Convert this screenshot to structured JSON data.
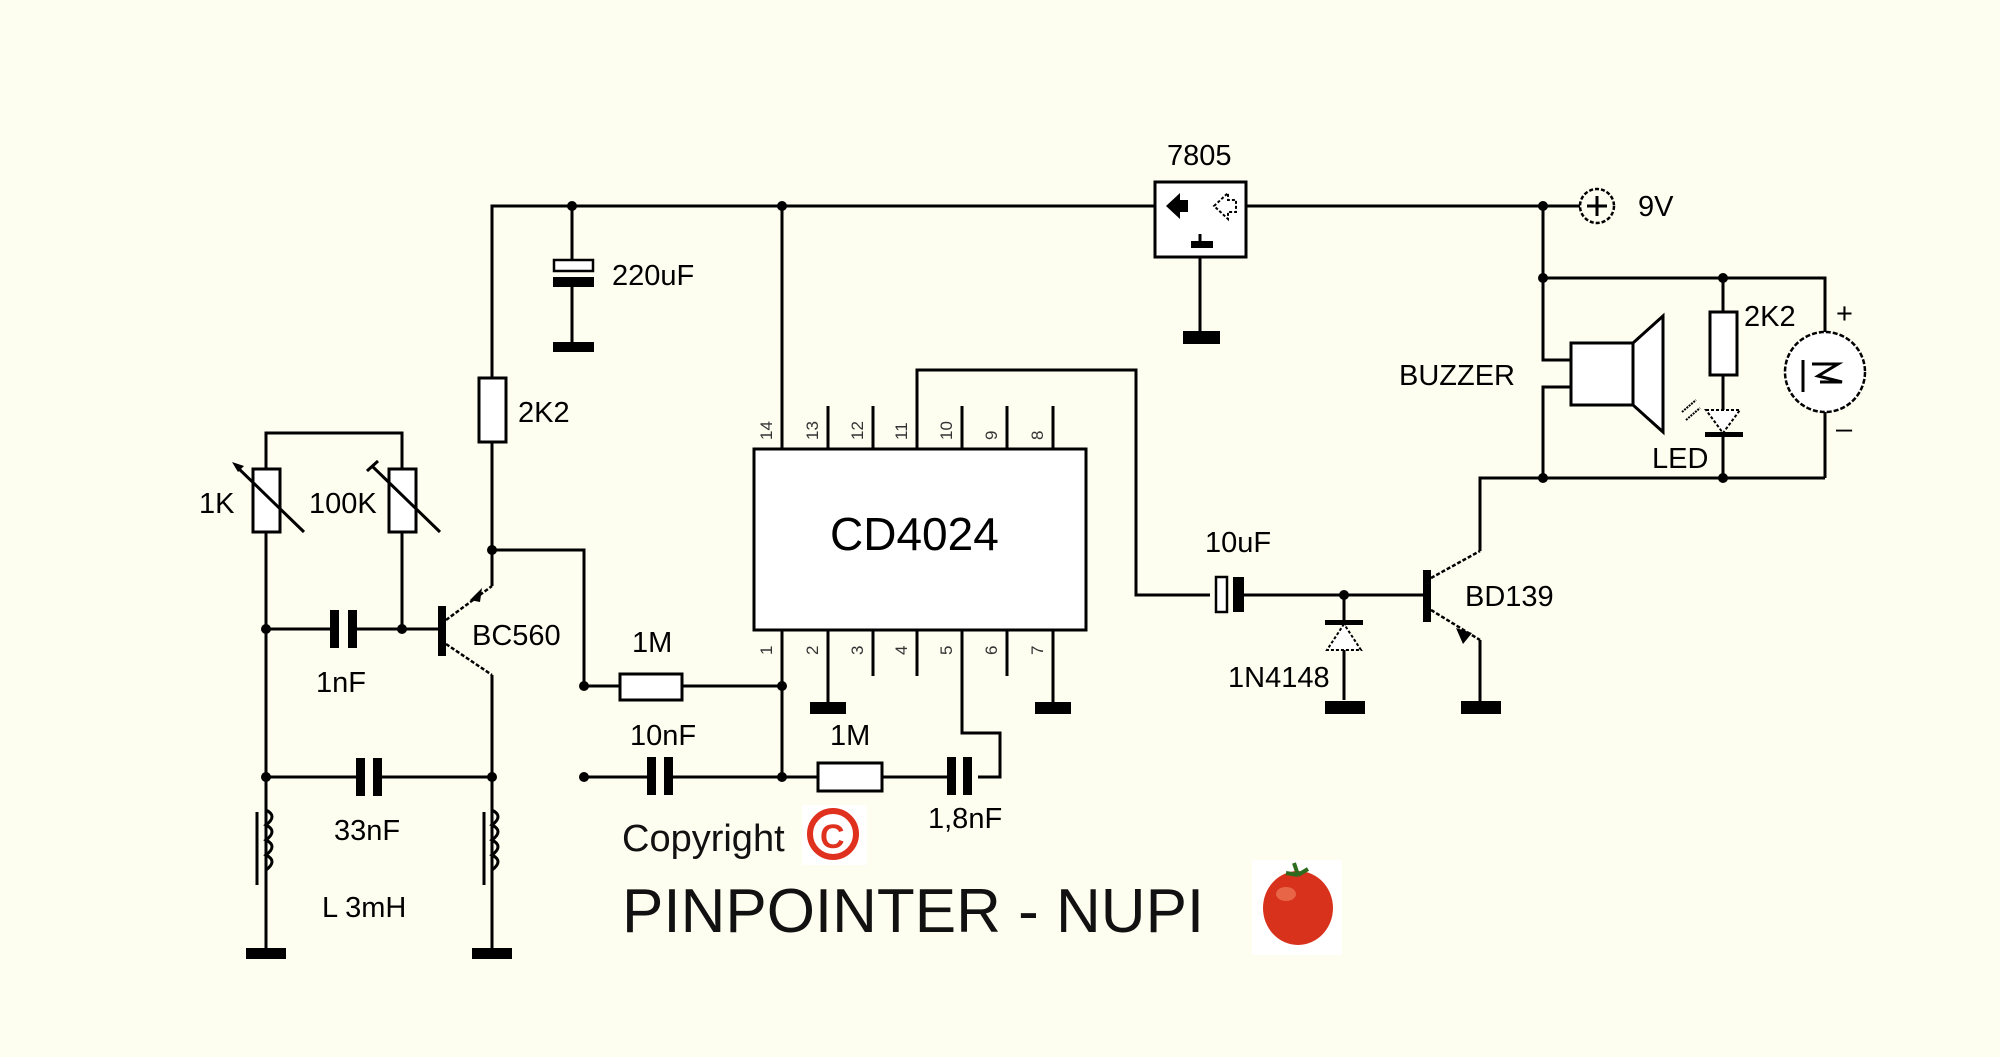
{
  "diagram": {
    "title": "PINPOINTER - NUPI",
    "copyright": "Copyright",
    "copyright_symbol": "©",
    "supply": {
      "label": "9V",
      "symbol": "+"
    },
    "regulator": {
      "label": "7805"
    },
    "ic": {
      "label": "CD4024",
      "top_pins": [
        "14",
        "13",
        "12",
        "11",
        "10",
        "9",
        "8"
      ],
      "bottom_pins": [
        "1",
        "2",
        "3",
        "4",
        "5",
        "6",
        "7"
      ]
    },
    "components": {
      "c_220uF": "220uF",
      "r_2k2_left": "2K2",
      "pot_1k": "1K",
      "pot_100k": "100K",
      "q_bc560": "BC560",
      "c_1nF": "1nF",
      "c_33nF": "33nF",
      "inductor": "L 3mH",
      "r_1m_a": "1M",
      "c_10nF": "10nF",
      "r_1m_b": "1M",
      "c_1_8nF": "1,8nF",
      "c_10uF": "10uF",
      "d_1n4148": "1N4148",
      "q_bd139": "BD139",
      "buzzer": "BUZZER",
      "r_2k2_right": "2K2",
      "led": "LED",
      "meter_plus": "+",
      "meter_minus": "–"
    },
    "colors": {
      "background": "#fdfdf0",
      "copyright_red": "#e0301e",
      "tomato": "#d8321c"
    }
  }
}
